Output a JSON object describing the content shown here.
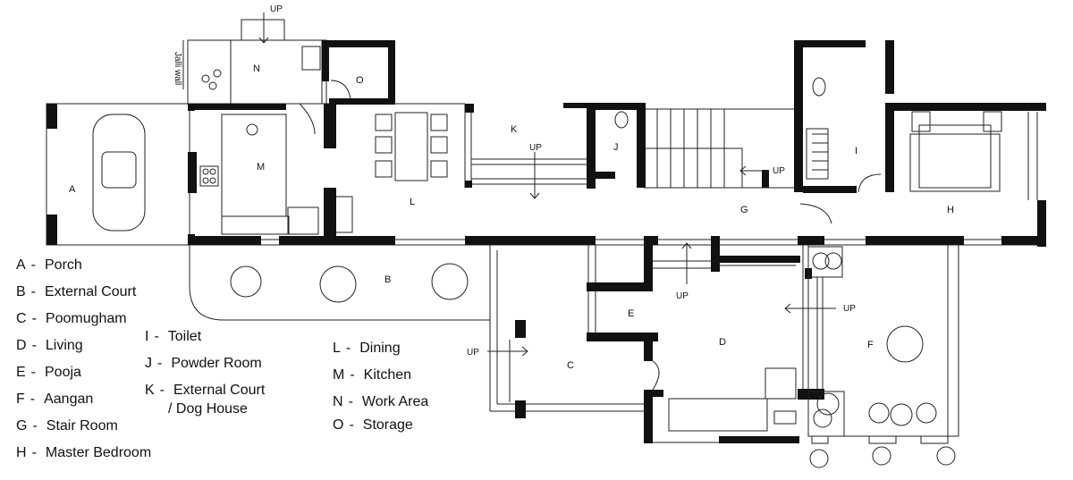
{
  "rooms": {
    "A": "A",
    "B": "B",
    "C": "C",
    "D": "D",
    "E": "E",
    "F": "F",
    "G": "G",
    "H": "H",
    "I": "I",
    "J": "J",
    "K": "K",
    "L": "L",
    "M": "M",
    "N": "N",
    "O": "O"
  },
  "labels": {
    "jalli": "Jalli wall",
    "up": "UP"
  },
  "legend": {
    "col1": [
      {
        "key": "A",
        "name": "Porch"
      },
      {
        "key": "B",
        "name": "External Court"
      },
      {
        "key": "C",
        "name": "Poomugham"
      },
      {
        "key": "D",
        "name": "Living"
      },
      {
        "key": "E",
        "name": "Pooja"
      },
      {
        "key": "F",
        "name": "Aangan"
      },
      {
        "key": "G",
        "name": "Stair Room"
      },
      {
        "key": "H",
        "name": "Master Bedroom"
      }
    ],
    "col2": [
      {
        "key": "I",
        "name": "Toilet"
      },
      {
        "key": "J",
        "name": "Powder Room"
      },
      {
        "key": "K",
        "name": "External Court"
      },
      {
        "key": "",
        "name": "/ Dog House"
      }
    ],
    "col3": [
      {
        "key": "L",
        "name": "Dining"
      },
      {
        "key": "M",
        "name": "Kitchen"
      },
      {
        "key": "N",
        "name": "Work Area"
      },
      {
        "key": "O",
        "name": "Storage"
      }
    ]
  }
}
